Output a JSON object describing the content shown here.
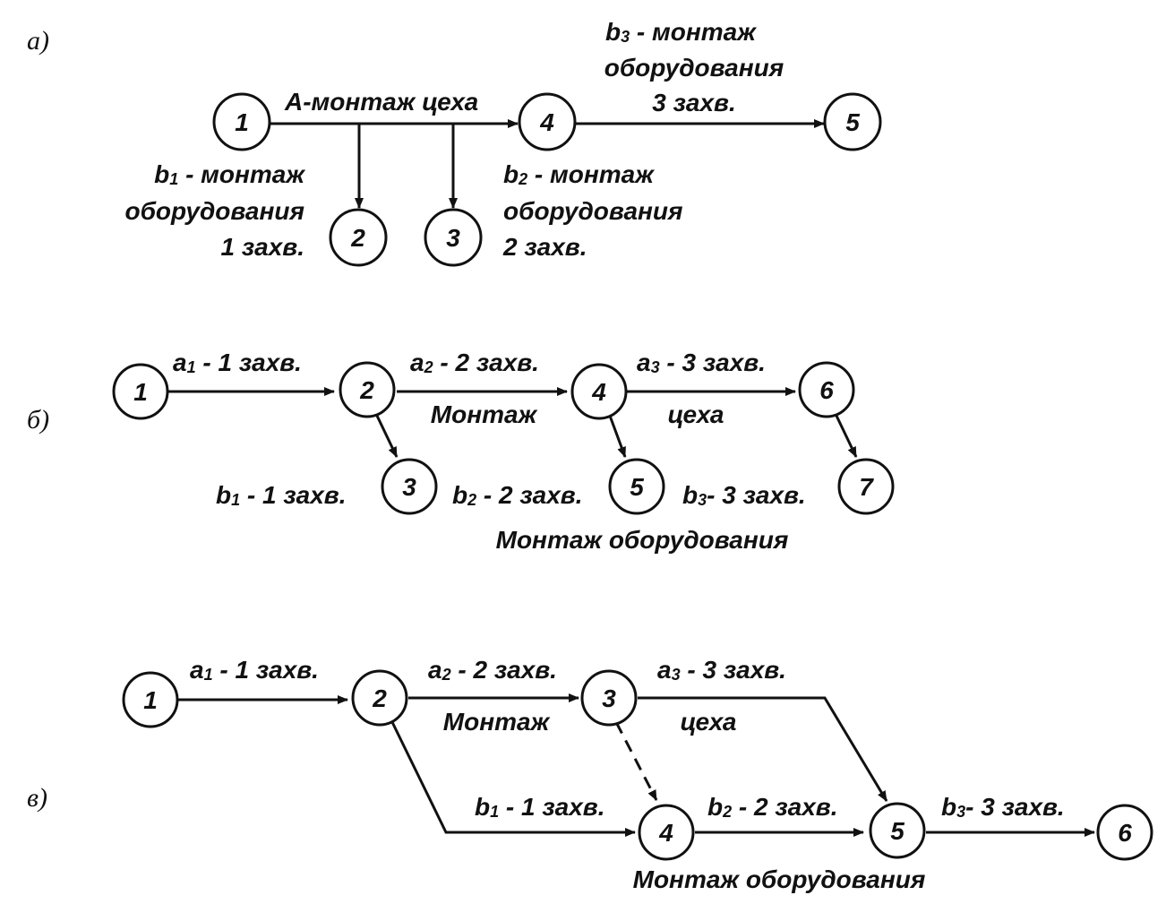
{
  "parts": [
    "а)",
    "б)",
    "в)"
  ],
  "diagram_a": {
    "nodes": [
      "1",
      "2",
      "3",
      "4",
      "5"
    ],
    "label_main": "А-монтаж цеха",
    "b1": {
      "sym": "b",
      "sub": "1",
      "lines": [
        " - монтаж",
        "оборудования",
        "1 захв."
      ]
    },
    "b2": {
      "sym": "b",
      "sub": "2",
      "lines": [
        " - монтаж",
        "оборудования",
        "2 захв."
      ]
    },
    "b3": {
      "sym": "b",
      "sub": "3",
      "lines": [
        " - монтаж",
        "оборудования",
        "3 захв."
      ]
    }
  },
  "diagram_b": {
    "nodes": [
      "1",
      "2",
      "3",
      "4",
      "5",
      "6",
      "7"
    ],
    "a1": {
      "sym": "a",
      "sub": "1",
      "text": " - 1 захв."
    },
    "a2": {
      "sym": "a",
      "sub": "2",
      "text": " - 2 захв."
    },
    "a3": {
      "sym": "a",
      "sub": "3",
      "text": " - 3 захв."
    },
    "b1": {
      "sym": "b",
      "sub": "1",
      "text": " - 1 захв."
    },
    "b2": {
      "sym": "b",
      "sub": "2",
      "text": " - 2 захв."
    },
    "b3": {
      "sym": "b",
      "sub": "3",
      "text": "- 3 захв."
    },
    "label_montazh": "Монтаж",
    "label_tseha": "цеха",
    "label_equipment": "Монтаж оборудования"
  },
  "diagram_c": {
    "nodes": [
      "1",
      "2",
      "3",
      "4",
      "5",
      "6"
    ],
    "a1": {
      "sym": "a",
      "sub": "1",
      "text": " - 1 захв."
    },
    "a2": {
      "sym": "a",
      "sub": "2",
      "text": " - 2 захв."
    },
    "a3": {
      "sym": "a",
      "sub": "3",
      "text": " - 3 захв."
    },
    "b1": {
      "sym": "b",
      "sub": "1",
      "text": " - 1 захв."
    },
    "b2": {
      "sym": "b",
      "sub": "2",
      "text": " - 2 захв."
    },
    "b3": {
      "sym": "b",
      "sub": "3",
      "text": "- 3 захв."
    },
    "label_montazh": "Монтаж",
    "label_tseha": "цеха",
    "label_equipment": "Монтаж оборудования"
  }
}
